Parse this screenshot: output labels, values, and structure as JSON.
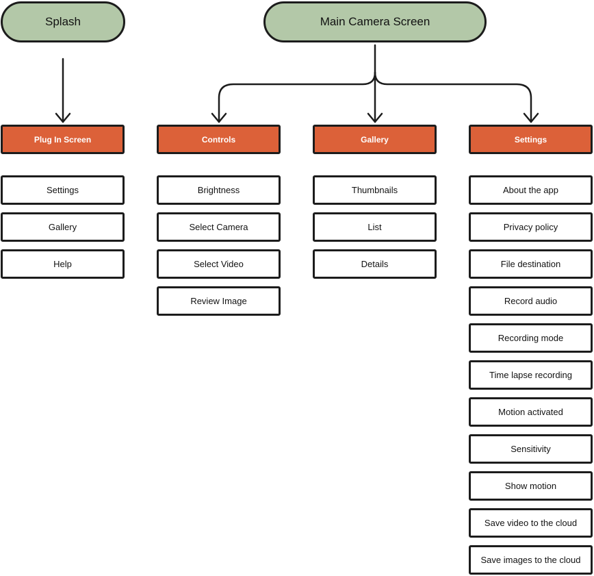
{
  "nodes": {
    "splash": "Splash",
    "main_camera": "Main Camera Screen"
  },
  "columns": [
    {
      "header": "Plug In Screen",
      "items": [
        "Settings",
        "Gallery",
        "Help"
      ]
    },
    {
      "header": "Controls",
      "items": [
        "Brightness",
        "Select Camera",
        "Select Video",
        "Review Image"
      ]
    },
    {
      "header": "Gallery",
      "items": [
        "Thumbnails",
        "List",
        "Details"
      ]
    },
    {
      "header": "Settings",
      "items": [
        "About the app",
        "Privacy policy",
        "File destination",
        "Record audio",
        "Recording mode",
        "Time lapse recording",
        "Motion activated",
        "Sensitivity",
        "Show motion",
        "Save video to the cloud",
        "Save images to the cloud"
      ]
    }
  ],
  "colors": {
    "pill_fill": "#b3c8a8",
    "header_fill": "#dc6139",
    "border": "#1c1c1c"
  }
}
